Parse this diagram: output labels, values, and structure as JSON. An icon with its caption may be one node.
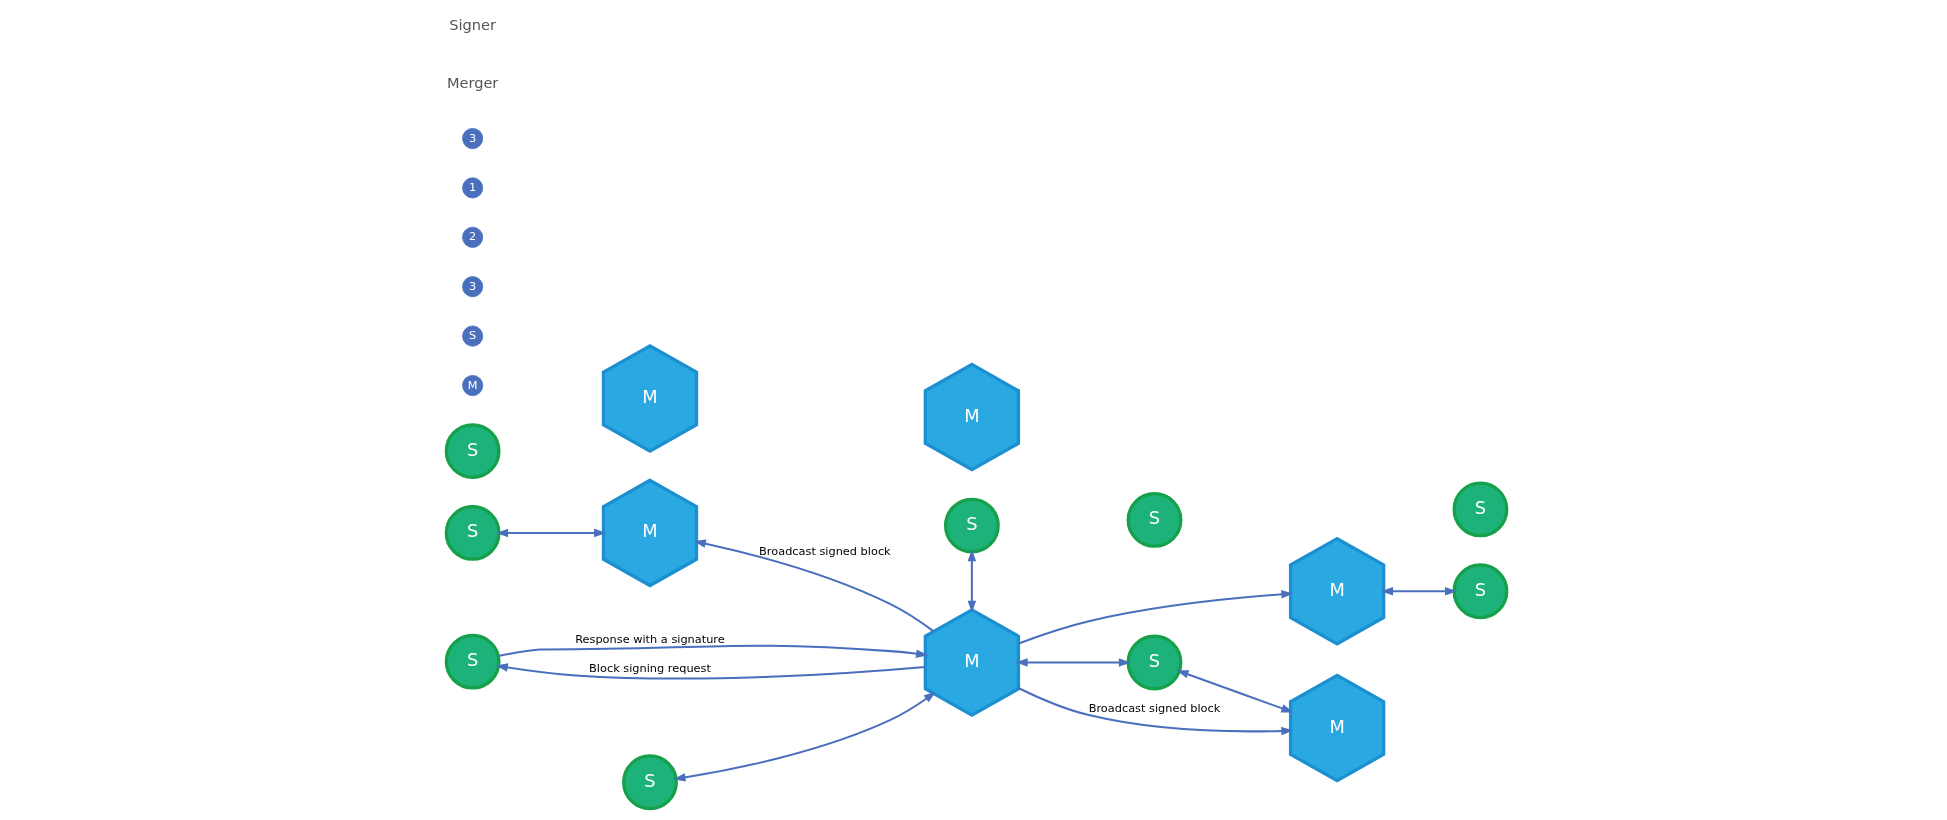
{
  "diagram": {
    "nodes": [
      {
        "text": [
          "S"
        ]
      },
      {
        "text": [
          "M"
        ]
      },
      {
        "text": [
          "S"
        ]
      },
      {
        "text": [
          "M"
        ]
      },
      {
        "text": [
          "S"
        ]
      },
      {
        "text": [
          "M"
        ]
      },
      {
        "text": [
          "S"
        ]
      },
      {
        "text": [
          "S"
        ]
      },
      {
        "text": [
          "S"
        ]
      },
      {
        "text": [
          "S"
        ]
      },
      {
        "text": [
          "M"
        ]
      },
      {
        "text": [
          "M"
        ]
      },
      {
        "text": [
          "S"
        ]
      },
      {
        "text": [
          "M"
        ]
      },
      {
        "text": [
          "S"
        ]
      }
    ],
    "edges": [
      {
        "from": 0,
        "to": 1,
        "arrow": "both"
      },
      {
        "from": 5,
        "to": 1,
        "arrow": "to",
        "label": "Broadcast signed block"
      },
      {
        "from": 2,
        "to": 5,
        "arrow": "both"
      },
      {
        "from": 5,
        "to": 3,
        "arrow": "to"
      },
      {
        "from": 3,
        "to": 7,
        "arrow": "both"
      },
      {
        "from": 5,
        "to": 4,
        "arrow": "to",
        "label": "Block signing request"
      },
      {
        "from": 4,
        "to": 5,
        "arrow": "to",
        "label": "Response with a signature"
      },
      {
        "from": 5,
        "to": 6,
        "arrow": "both"
      },
      {
        "from": 8,
        "to": 5,
        "arrow": "both"
      },
      {
        "from": 6,
        "to": 11,
        "arrow": "both"
      },
      {
        "from": 5,
        "to": 11,
        "arrow": "to",
        "label": "Broadcast signed block"
      }
    ],
    "labels": [
      "3",
      "1",
      "2",
      "3",
      "S",
      "M"
    ],
    "legend": [
      {
        "text": "Signer"
      },
      {
        "text": "Merger"
      }
    ]
  }
}
